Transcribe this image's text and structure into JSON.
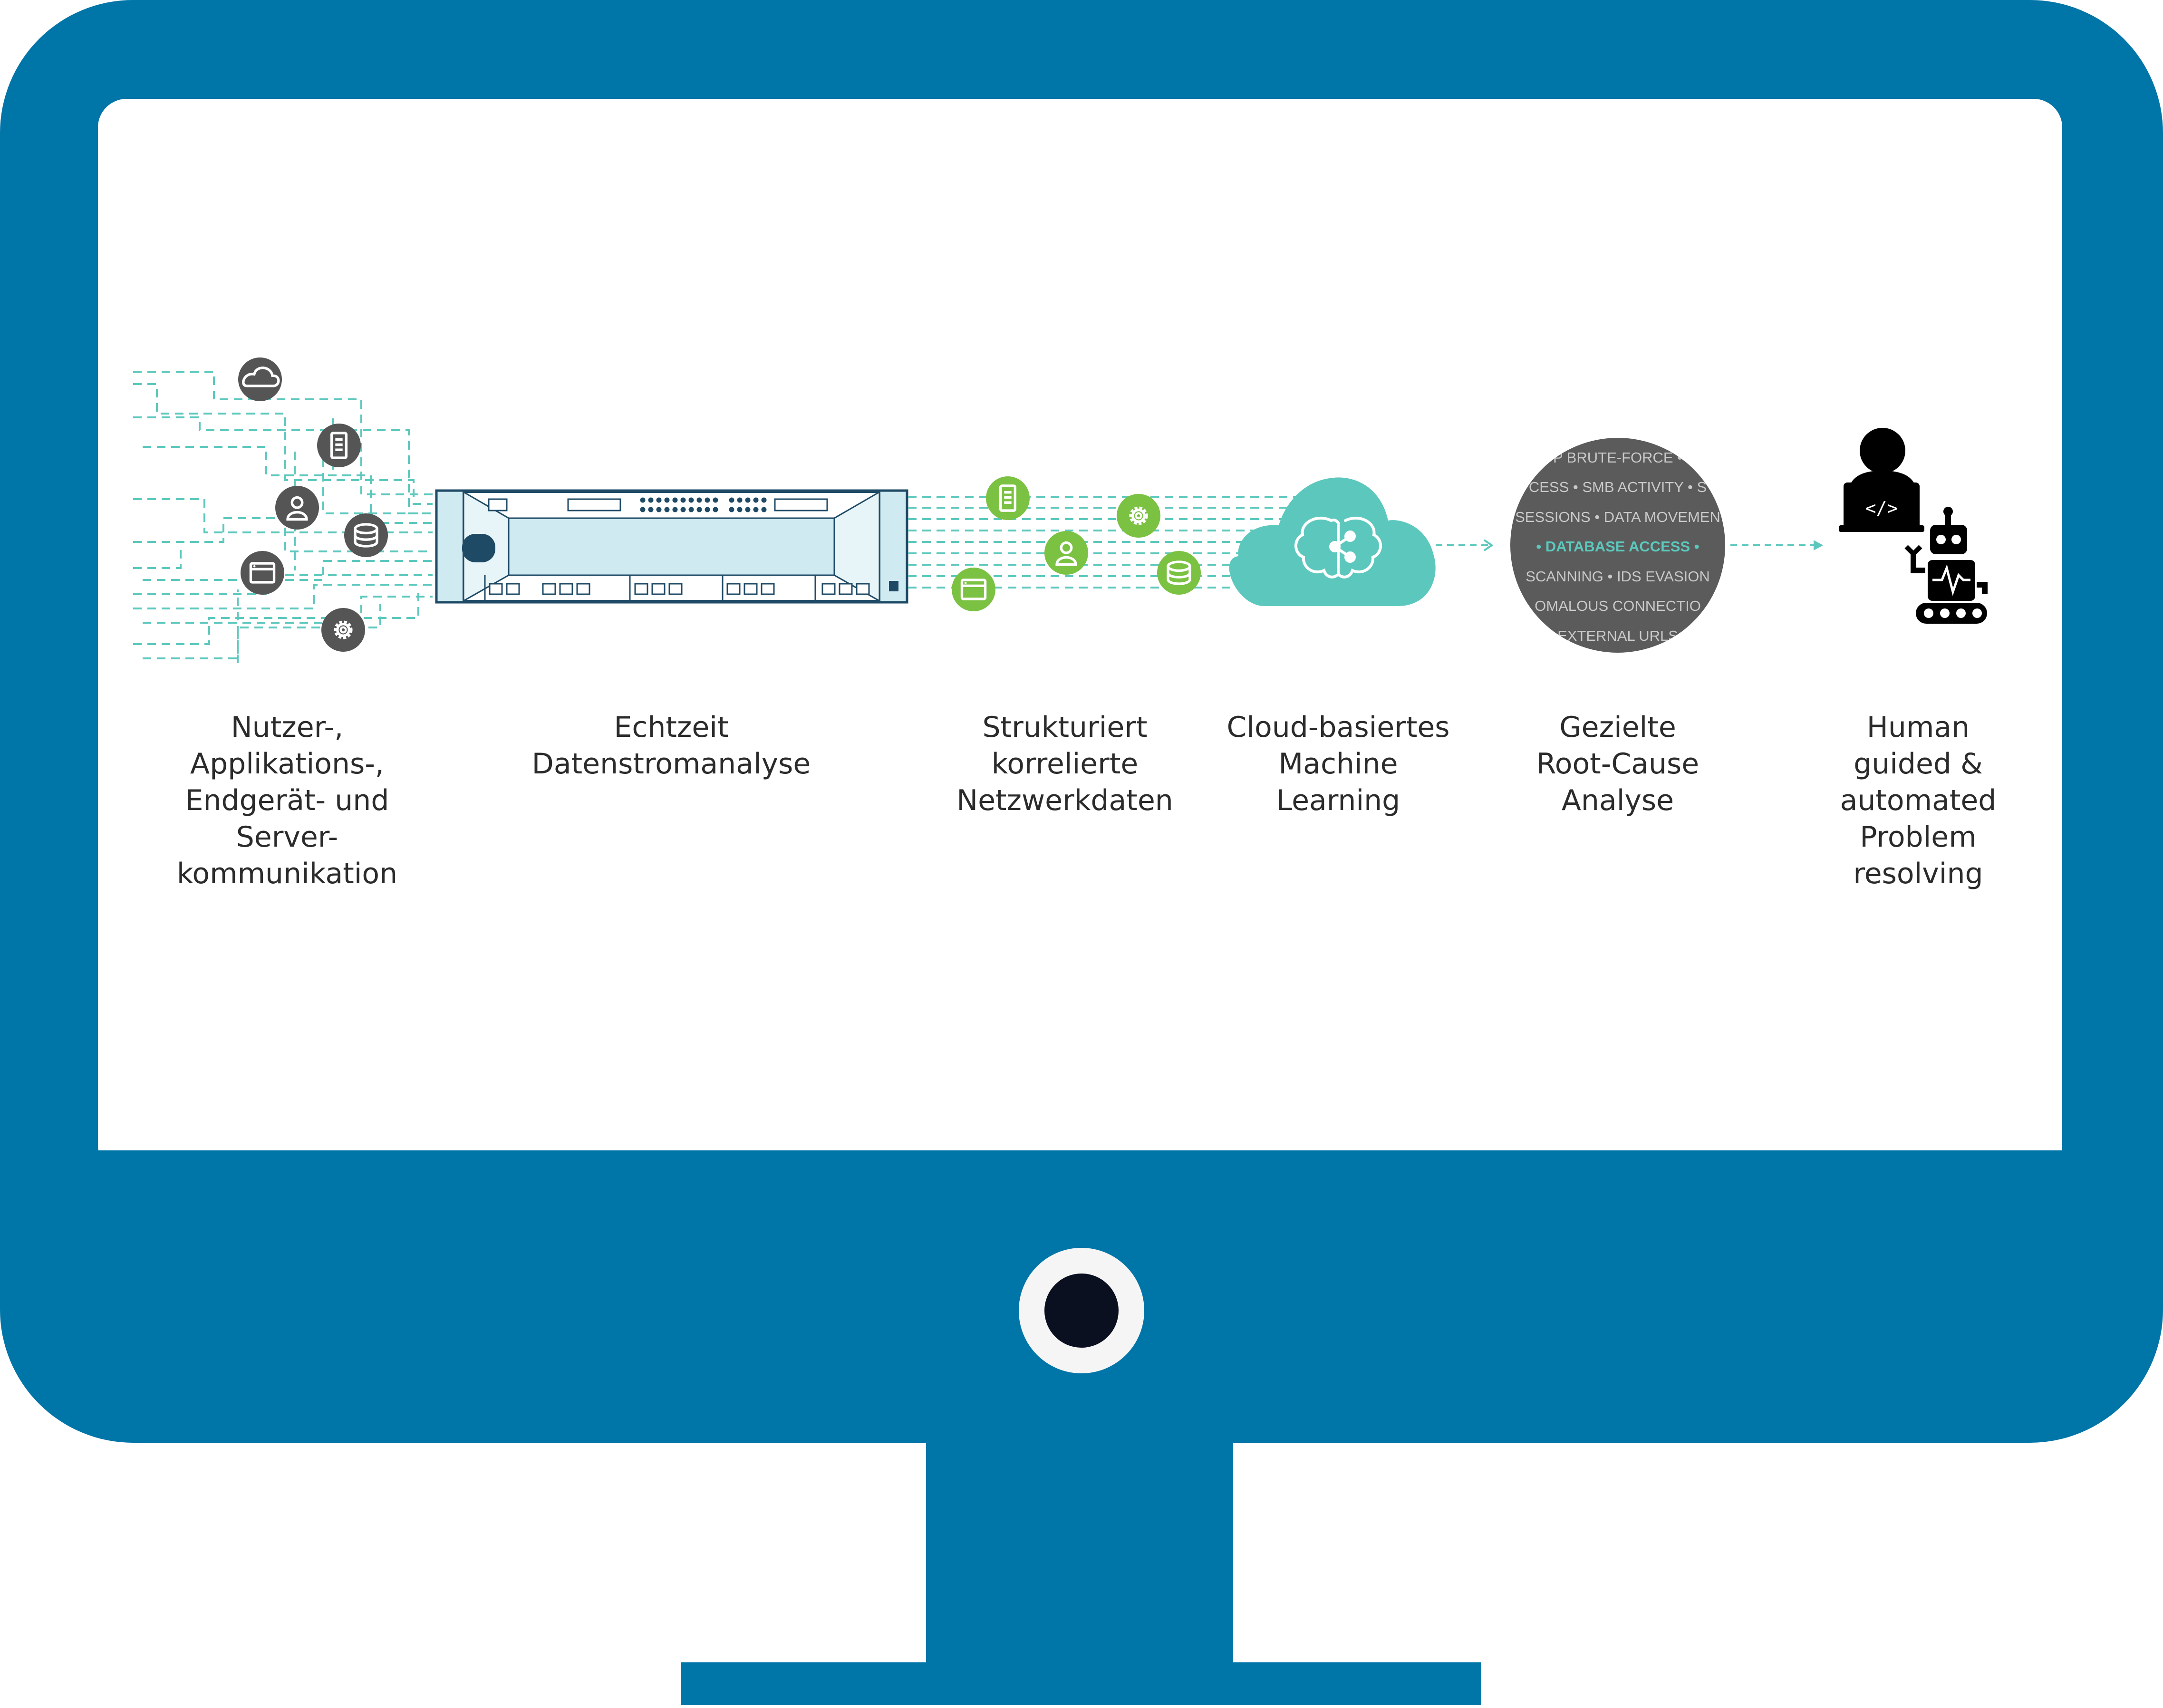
{
  "colors": {
    "monitor": "#0075a8",
    "teal": "#5cc8bd",
    "green": "#7bc142",
    "grey_icon": "#555555",
    "server_fill": "#cfeaf0",
    "server_line": "#1e4a66",
    "camera_dark": "#0b1020"
  },
  "stages": [
    {
      "label_lines": [
        "Nutzer-,",
        "Applikations-,",
        "Endgerät- und",
        "Server-",
        "kommunikation"
      ]
    },
    {
      "label_lines": [
        "Echtzeit",
        "Datenstromanalyse"
      ]
    },
    {
      "label_lines": [
        "Strukturiert",
        "korrelierte",
        "Netzwerkdaten"
      ]
    },
    {
      "label_lines": [
        "Cloud-basiertes",
        "Machine",
        "Learning"
      ]
    },
    {
      "label_lines": [
        "Gezielte",
        "Root-Cause",
        "Analyse"
      ]
    },
    {
      "label_lines": [
        "Human",
        "guided &",
        "automated",
        "Problem",
        "resolving"
      ]
    }
  ],
  "source_icons": [
    "cloud-icon",
    "server-icon",
    "user-icon",
    "database-icon",
    "window-icon",
    "gear-icon"
  ],
  "correlated_icons": [
    "server-icon",
    "gear-icon",
    "user-icon",
    "database-icon",
    "window-icon"
  ],
  "threat_cloud": [
    {
      "text": "P BRUTE-FORCE •",
      "highlight": false
    },
    {
      "text": "CESS • SMB ACTIVITY • S",
      "highlight": false
    },
    {
      "text": "SESSIONS • DATA MOVEMEN",
      "highlight": false
    },
    {
      "text": "• DATABASE ACCESS •",
      "highlight": true
    },
    {
      "text": "SCANNING • IDS EVASION",
      "highlight": false
    },
    {
      "text": "OMALOUS CONNECTIO",
      "highlight": false
    },
    {
      "text": "EXTERNAL URLS",
      "highlight": false
    }
  ],
  "icons": {
    "brain": "brain-share-icon",
    "developer": "developer-laptop-icon",
    "robot": "robot-icon"
  }
}
